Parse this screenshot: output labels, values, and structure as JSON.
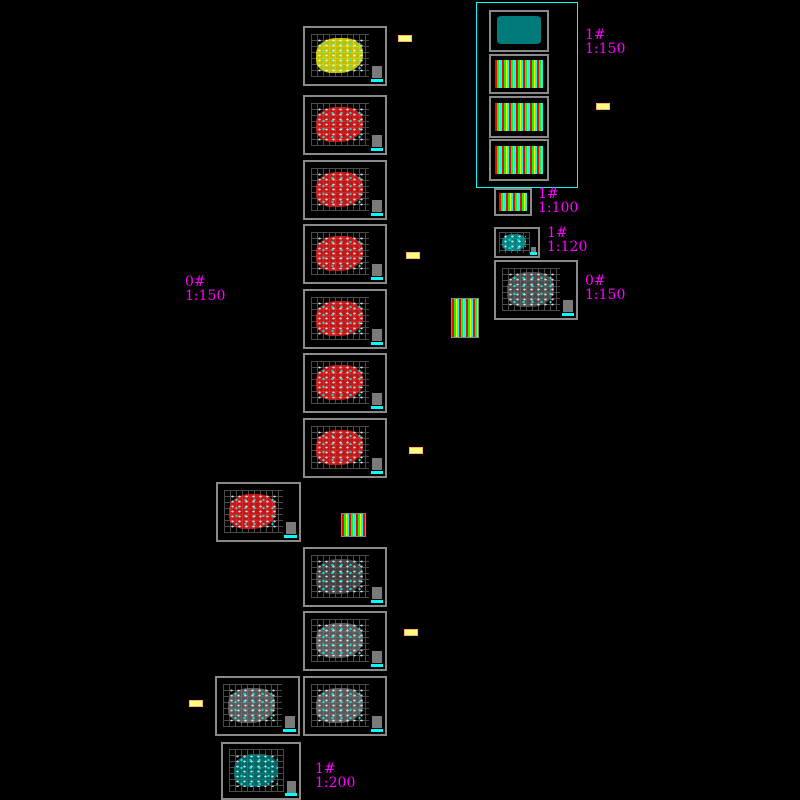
{
  "drawing": {
    "labels": [
      {
        "id": "left-0-150",
        "sheet": "0#",
        "scale": "1:150"
      },
      {
        "id": "right-1-150",
        "sheet": "1#",
        "scale": "1:150"
      },
      {
        "id": "right-1-100",
        "sheet": "1#",
        "scale": "1:100"
      },
      {
        "id": "right-1-120",
        "sheet": "1#",
        "scale": "1:120"
      },
      {
        "id": "right-0-150",
        "sheet": "0#",
        "scale": "1:150"
      },
      {
        "id": "bottom-1-200",
        "sheet": "1#",
        "scale": "1:200"
      }
    ],
    "colors": {
      "background": "#000000",
      "label": "#ff00ff",
      "frame": "#00ffff",
      "sheet_border": "#8a8a8a"
    }
  }
}
